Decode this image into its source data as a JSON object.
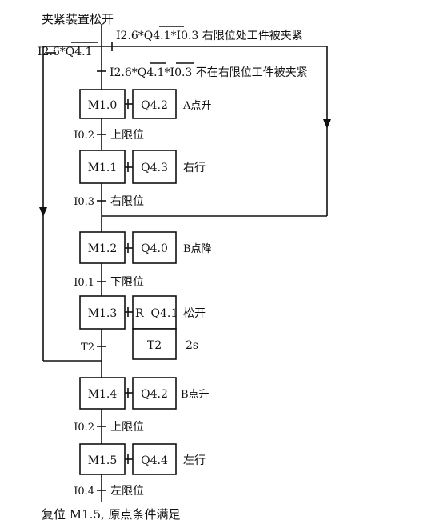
{
  "diagram": {
    "header_top": "夹紧装置松开",
    "branch_left": "I2.6*Q4.1",
    "branch_right": "I2.6*Q4.1*I0.3 右限位处工件被夹紧",
    "branch_mid": "I2.6*Q4.1*I0.3 不在右限位工件被夹紧",
    "steps": [
      {
        "id": "M1.0",
        "action": "Q4.2",
        "note": "A点升"
      },
      {
        "id": "M1.1",
        "action": "Q4.3",
        "note": "右行"
      },
      {
        "id": "M1.2",
        "action": "Q4.0",
        "note": "B点降"
      },
      {
        "id": "M1.3",
        "action": "R  Q4.1",
        "note": "松开",
        "timer": "T2",
        "timer_note": "2s"
      },
      {
        "id": "M1.4",
        "action": "Q4.2",
        "note": "B点升"
      },
      {
        "id": "M1.5",
        "action": "Q4.4",
        "note": "左行"
      }
    ],
    "transitions": [
      {
        "var": "I0.2",
        "label": "上限位"
      },
      {
        "var": "I0.3",
        "label": "右限位"
      },
      {
        "var": "I0.1",
        "label": "下限位"
      },
      {
        "var": "T2",
        "label": ""
      },
      {
        "var": "I0.2",
        "label": "上限位"
      },
      {
        "var": "I0.4",
        "label": "左限位"
      }
    ],
    "footer": "复位 M1.5, 原点条件满足"
  }
}
